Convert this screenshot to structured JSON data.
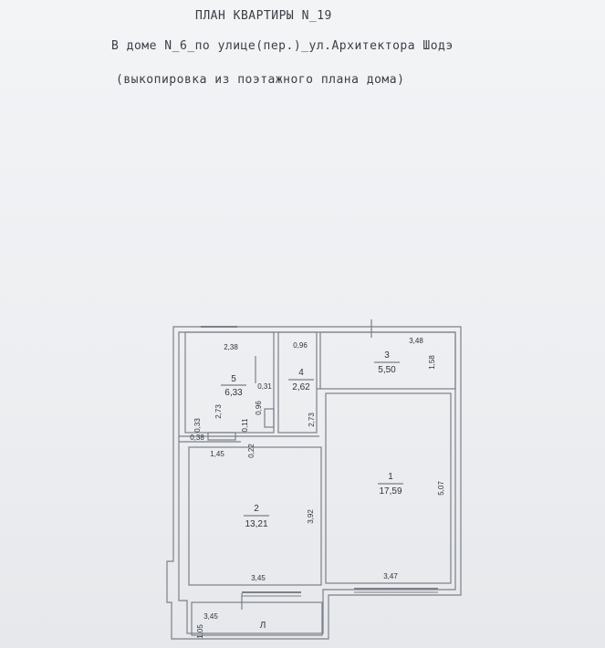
{
  "header": {
    "title": "ПЛАН КВАРТИРЫ N_19",
    "address": "В доме N_6_по улице(пер.)_ул.Архитектора Шодэ",
    "subtitle": "(выкопировка из поэтажного плана дома)"
  },
  "plan": {
    "rooms": [
      {
        "number": "1",
        "area": "17,59"
      },
      {
        "number": "2",
        "area": "13,21"
      },
      {
        "number": "3",
        "area": "5,50"
      },
      {
        "number": "4",
        "area": "2,62"
      },
      {
        "number": "5",
        "area": "6,33"
      }
    ],
    "balcony_label": "Л",
    "dimensions": {
      "room1_width": "3,47",
      "room1_height": "5,07",
      "room2_width": "3,45",
      "room2_height": "3,92",
      "room2_top_left": "1,45",
      "room2_notch": "0,22",
      "room3_width": "3,48",
      "room3_height": "1,58",
      "room4_width": "0,96",
      "room4_height": "2,73",
      "room5_width": "2,38",
      "room5_height": "2,73",
      "closet_a": "0,31",
      "closet_b": "0,96",
      "closet_c": "0,11",
      "niche_a": "0,33",
      "niche_b": "0,38",
      "balcony_width": "3,45",
      "balcony_depth": "1,05"
    }
  }
}
